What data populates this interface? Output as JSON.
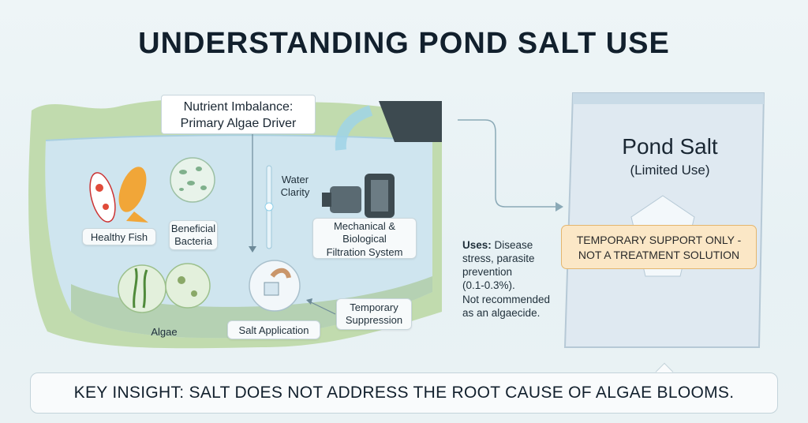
{
  "title": "UNDERSTANDING POND SALT USE",
  "pond": {
    "nutrient_line1": "Nutrient Imbalance:",
    "nutrient_line2": "Primary Algae Driver",
    "water_clarity_1": "Water",
    "water_clarity_2": "Clarity",
    "healthy_fish": "Healthy Fish",
    "bacteria_1": "Beneficial",
    "bacteria_2": "Bacteria",
    "filtration_1": "Mechanical &",
    "filtration_2": "Biological",
    "filtration_3": "Filtration System",
    "algae": "Algae",
    "salt_application": "Salt Application",
    "suppression_1": "Temporary",
    "suppression_2": "Suppression"
  },
  "uses": {
    "label": "Uses:",
    "line1": " Disease",
    "line2": "stress, parasite",
    "line3": "prevention",
    "line4": "(0.1-0.3%).",
    "line5": "Not recommended",
    "line6": "as an algaecide."
  },
  "bag": {
    "title": "Pond Salt",
    "subtitle": "(Limited Use)",
    "warning_1": "TEMPORARY SUPPORT ONLY -",
    "warning_2": "NOT A TREATMENT SOLUTION"
  },
  "insight": "KEY INSIGHT: SALT DOES NOT ADDRESS THE ROOT CAUSE OF ALGAE BLOOMS.",
  "colors": {
    "water": "#cfe5ef",
    "grass": "#bcd8a6",
    "warn_bg": "#fbe7c6",
    "bag": "#dfe9f1"
  }
}
